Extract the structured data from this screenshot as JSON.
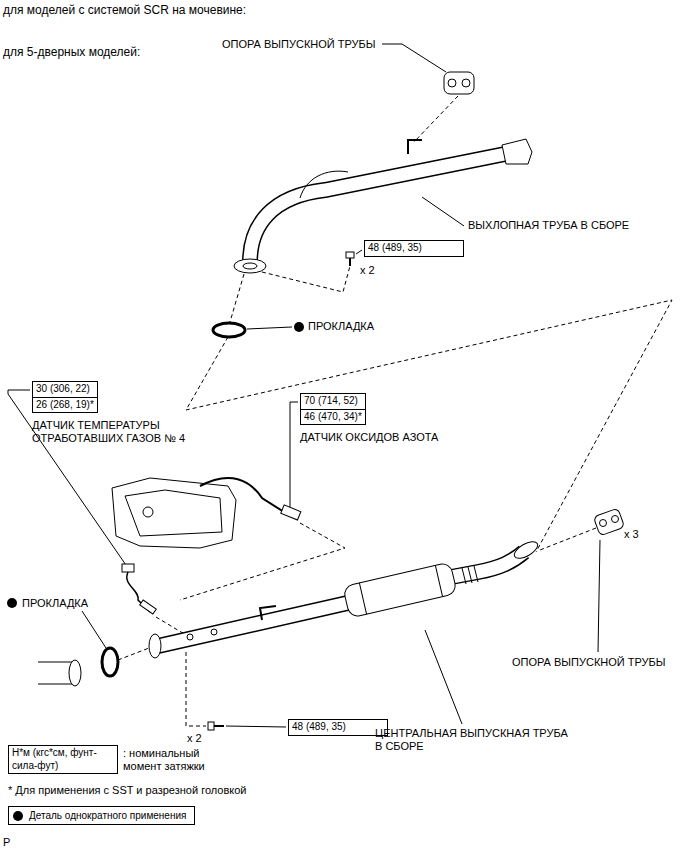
{
  "diagram": {
    "nodes": [
      {
        "text": [
          "48 (489, 35)"
        ]
      },
      {
        "text": [
          "30 (306, 22)",
          "26 (268, 19)*"
        ]
      },
      {
        "text": [
          "70 (714, 52)",
          "46 (470, 34)*"
        ]
      },
      {
        "text": [
          "48 (489, 35)"
        ]
      },
      {
        "text": [
          "Н*м (кгс*см, фунт-сила-фут)"
        ]
      }
    ],
    "labels": [
      "для моделей с системой SCR на мочевине:",
      "для 5-дверных моделей:",
      "ОПОРА ВЫПУСКНОЙ ТРУБЫ",
      "ВЫХЛОПНАЯ ТРУБА В СБОРЕ",
      "x 2",
      "ПРОКЛАДКА",
      "ДАТЧИК ТЕМПЕРАТУРЫ ОТРАБОТАВШИХ ГАЗОВ № 4",
      "ДАТЧИК ОКСИДОВ АЗОТА",
      "x 3",
      "ПРОКЛАДКА",
      "ОПОРА ВЫПУСКНОЙ ТРУБЫ",
      "x 2",
      "ЦЕНТРАЛЬНАЯ ВЫПУСКНАЯ ТРУБА В СБОРЕ",
      ": номинальный момент затяжки",
      "* Для применения с SST и разрезной головкой",
      "P"
    ],
    "legend": [
      {
        "text": "Деталь однократного применения"
      }
    ]
  }
}
